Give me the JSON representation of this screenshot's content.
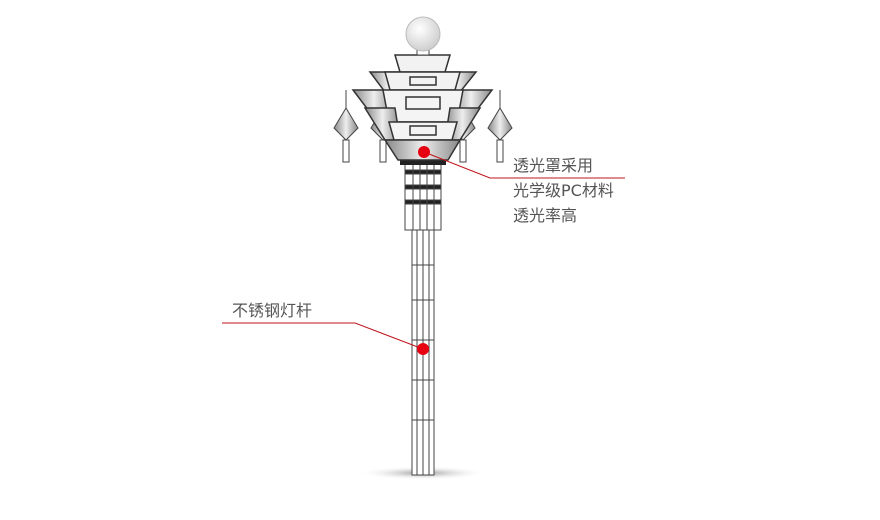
{
  "callouts": [
    {
      "lines": [
        "透光罩采用",
        "光学级PC材料",
        "透光率高"
      ]
    },
    {
      "lines": [
        "不锈钢灯杆"
      ]
    }
  ],
  "colors": {
    "marker": "#e60012",
    "leader": "#c0141c",
    "text": "#555555",
    "outline": "#333333"
  }
}
